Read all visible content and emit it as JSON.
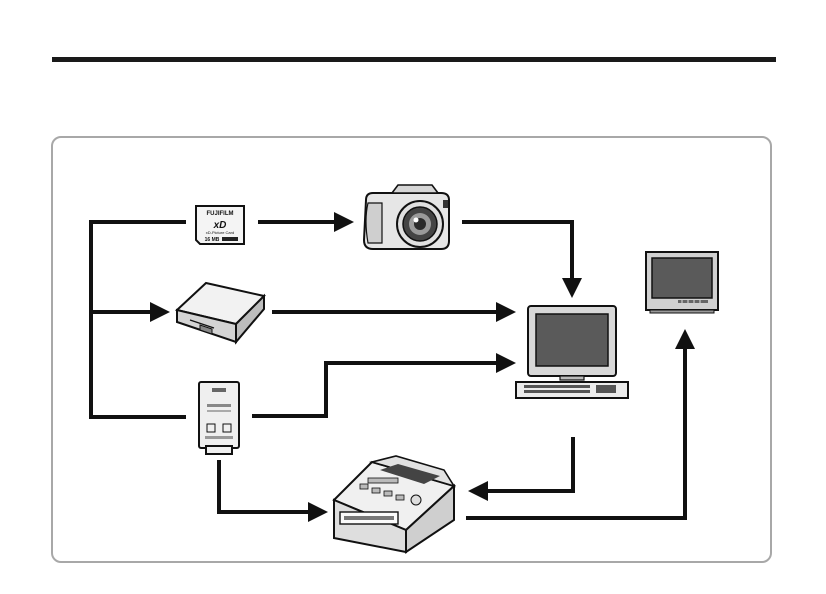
{
  "colors": {
    "rule": "#1a1a1a",
    "frame": "#a8a8a8",
    "arrow": "#111111",
    "screen": "#5a5a5a"
  },
  "devices": {
    "xd_card": {
      "icon": "xd-picture-card-icon",
      "brand": "FUJIFILM",
      "logo": "xD",
      "caption": "xD-Picture Card",
      "capacity": "16 MB"
    },
    "camera": {
      "icon": "digital-camera-icon"
    },
    "card_reader": {
      "icon": "card-reader-icon"
    },
    "pc_card_adapter": {
      "icon": "pc-card-adapter-icon"
    },
    "computer": {
      "icon": "computer-icon"
    },
    "tv": {
      "icon": "television-icon"
    },
    "printer": {
      "icon": "printer-icon"
    }
  }
}
